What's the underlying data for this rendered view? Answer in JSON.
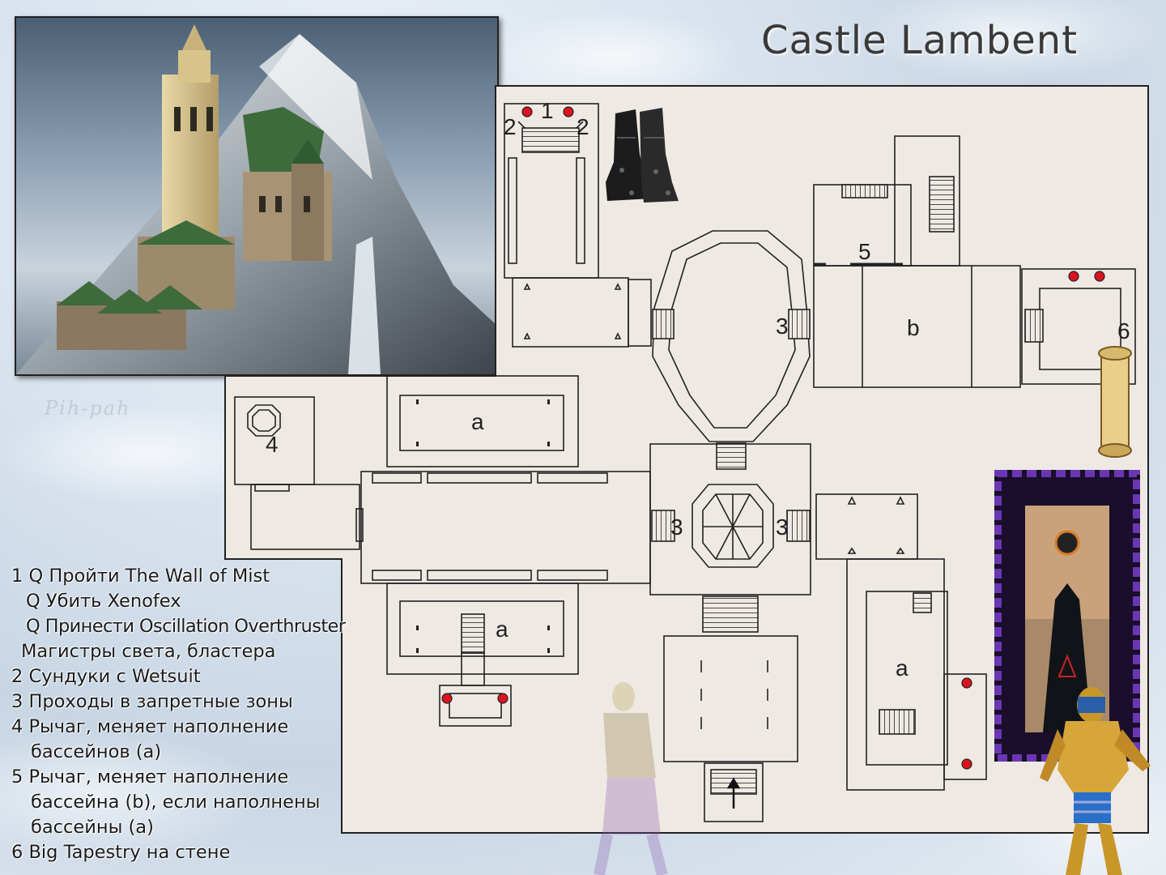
{
  "title": "Castle Lambent",
  "watermark": "Pih-pah",
  "map_labels": {
    "n1": "1",
    "n2a": "2",
    "n2b": "2",
    "n3a": "3",
    "n3b": "3",
    "n3c": "3",
    "n4": "4",
    "n5": "5",
    "n6": "6",
    "a1": "a",
    "a2": "a",
    "a3": "a",
    "b": "b"
  },
  "legend": [
    "1 Q Пройти The Wall of Mist",
    "Q Убить Xenofex",
    "Q Принести Oscillation Overthruster",
    "Магистры света, бластера",
    "2 Сундуки с Wetsuit",
    "3 Проходы в запретные зоны",
    "4 Рычаг, меняет наполнение",
    "бассейнов (a)",
    "5 Рычаг, меняет наполнение",
    "бассейна (b), если наполнены",
    "бассейны (a)",
    "6 Big Tapestry на стене"
  ],
  "colors": {
    "parchment": "#efe9e4",
    "wall": "#222222",
    "marker": "#d9141e",
    "tapestry_border": "#5a2a9c"
  },
  "icons": [
    "castle-painting",
    "boots-icon",
    "scroll-icon",
    "tapestry-icon",
    "golden-warrior-figure",
    "ghost-figure",
    "entrance-arrow-icon",
    "chest-marker-icon"
  ]
}
